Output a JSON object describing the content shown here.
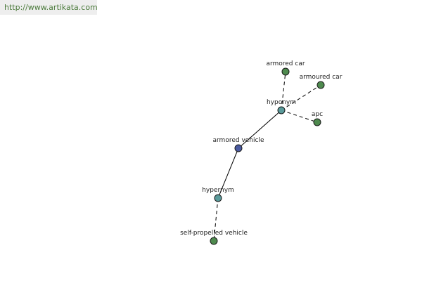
{
  "site": {
    "url": "http://www.artikata.com"
  },
  "colors": {
    "center": "#4a5aa0",
    "relation": "#5a9a9a",
    "term": "#4e8a4e",
    "url_text": "#4a7a3a"
  },
  "graph": {
    "nodes": [
      {
        "id": "center",
        "label": "armored vehicle",
        "kind": "center"
      },
      {
        "id": "hyponym",
        "label": "hyponym",
        "kind": "relation"
      },
      {
        "id": "hypernym",
        "label": "hypernym",
        "kind": "relation"
      },
      {
        "id": "armored-car",
        "label": "armored car",
        "kind": "term"
      },
      {
        "id": "armoured-car",
        "label": "armoured car",
        "kind": "term"
      },
      {
        "id": "apc",
        "label": "apc",
        "kind": "term"
      },
      {
        "id": "self-propelled-vehicle",
        "label": "self-propelled vehicle",
        "kind": "term"
      }
    ],
    "edges": [
      {
        "from": "center",
        "to": "hyponym",
        "style": "solid"
      },
      {
        "from": "center",
        "to": "hypernym",
        "style": "solid"
      },
      {
        "from": "hyponym",
        "to": "armored-car",
        "style": "dashed"
      },
      {
        "from": "hyponym",
        "to": "armoured-car",
        "style": "dashed"
      },
      {
        "from": "hyponym",
        "to": "apc",
        "style": "dashed"
      },
      {
        "from": "hypernym",
        "to": "self-propelled-vehicle",
        "style": "dashed"
      }
    ]
  }
}
